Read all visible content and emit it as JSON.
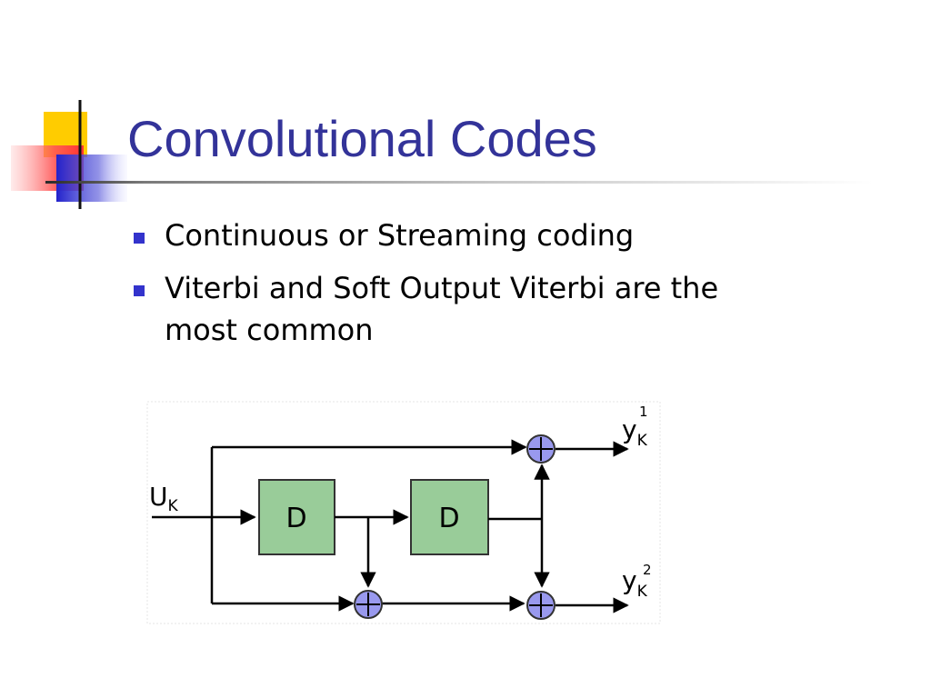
{
  "slide": {
    "title": "Convolutional Codes",
    "bullets": [
      {
        "text": "Continuous or Streaming coding"
      },
      {
        "text": "Viterbi and Soft Output Viterbi are the most common"
      }
    ]
  },
  "diagram": {
    "input_label": "U",
    "input_subscript": "K",
    "delay_labels": [
      "D",
      "D"
    ],
    "output_1_label": "y",
    "output_1_subscript": "K",
    "output_1_superscript": "1",
    "output_2_label": "y",
    "output_2_subscript": "K",
    "output_2_superscript": "2",
    "colors": {
      "delay_fill": "#99cc99",
      "adder_fill": "#9999ee",
      "line": "#000000"
    }
  },
  "theme": {
    "title_color": "#333399",
    "bullet_color": "#3333cc",
    "deco_yellow": "#ffcc00",
    "deco_red": "#ff6666",
    "deco_blue": "#3333cc"
  }
}
